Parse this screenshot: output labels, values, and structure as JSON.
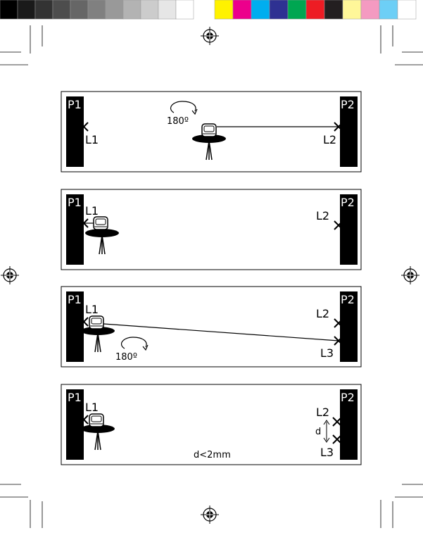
{
  "color_bar": {
    "grays": [
      "#000000",
      "#1a1a1a",
      "#333333",
      "#4d4d4d",
      "#666666",
      "#808080",
      "#999999",
      "#b3b3b3",
      "#cccccc",
      "#e6e6e6",
      "#ffffff"
    ],
    "colors": [
      "#fff200",
      "#ec008c",
      "#00aeef",
      "#2e3192",
      "#00a651",
      "#ed1c24",
      "#231f20",
      "#fff799",
      "#f49ac1",
      "#6dcff6",
      "#ffffff"
    ]
  },
  "panels": [
    {
      "pillar_left_label": "P1",
      "pillar_right_label": "P2",
      "left_mark_label": "L1",
      "right_mark_label": "L2",
      "rotation_label": "180º"
    },
    {
      "pillar_left_label": "P1",
      "pillar_right_label": "P2",
      "left_mark_label": "L1",
      "right_mark_label": "L2"
    },
    {
      "pillar_left_label": "P1",
      "pillar_right_label": "P2",
      "left_mark_label": "L1",
      "right_mark_label": "L2",
      "right_mark2_label": "L3",
      "rotation_label": "180º"
    },
    {
      "pillar_left_label": "P1",
      "pillar_right_label": "P2",
      "left_mark_label": "L1",
      "right_mark_label": "L2",
      "right_mark2_label": "L3",
      "distance_label": "d",
      "condition_label": "d<2mm"
    }
  ]
}
